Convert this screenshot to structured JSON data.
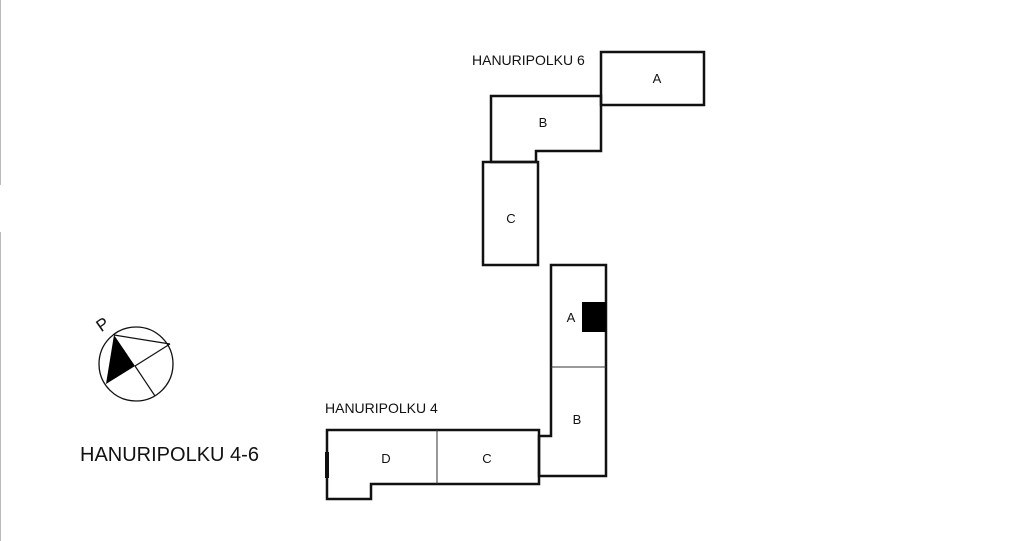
{
  "title": "HANURIPOLKU 4-6",
  "compass": {
    "north_label": "P"
  },
  "buildings": [
    {
      "name": "HANURIPOLKU 6",
      "sections": [
        "A",
        "B",
        "C"
      ]
    },
    {
      "name": "HANURIPOLKU 4",
      "sections": [
        "A",
        "B",
        "C",
        "D"
      ]
    }
  ]
}
